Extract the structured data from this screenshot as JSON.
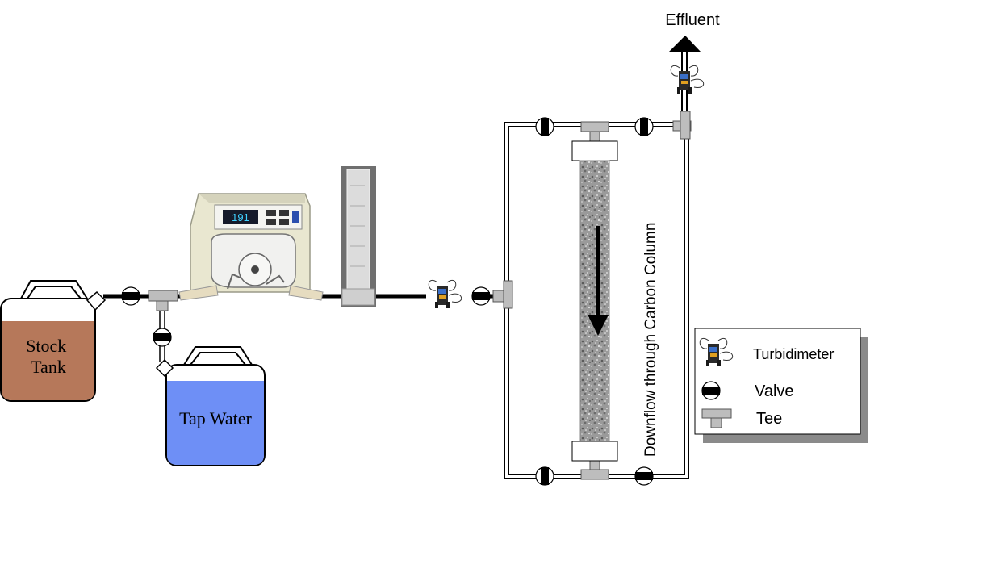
{
  "labels": {
    "stock_tank": [
      "Stock",
      "Tank"
    ],
    "tap_water": "Tap Water",
    "effluent": "Effluent",
    "column_caption": "Downflow through Carbon Column"
  },
  "legend": {
    "items": [
      {
        "icon": "turbidimeter-icon",
        "label": "Turbidimeter"
      },
      {
        "icon": "valve-icon",
        "label": "Valve"
      },
      {
        "icon": "tee-icon",
        "label": "Tee"
      }
    ]
  },
  "colors": {
    "stock_fill": "#b6785a",
    "tap_fill": "#6e8ff6",
    "pipe": "#000000",
    "tee_fill": "#bdbdbd",
    "column_fill": "#8e8e8e",
    "legend_shadow": "#8a8a8a"
  }
}
